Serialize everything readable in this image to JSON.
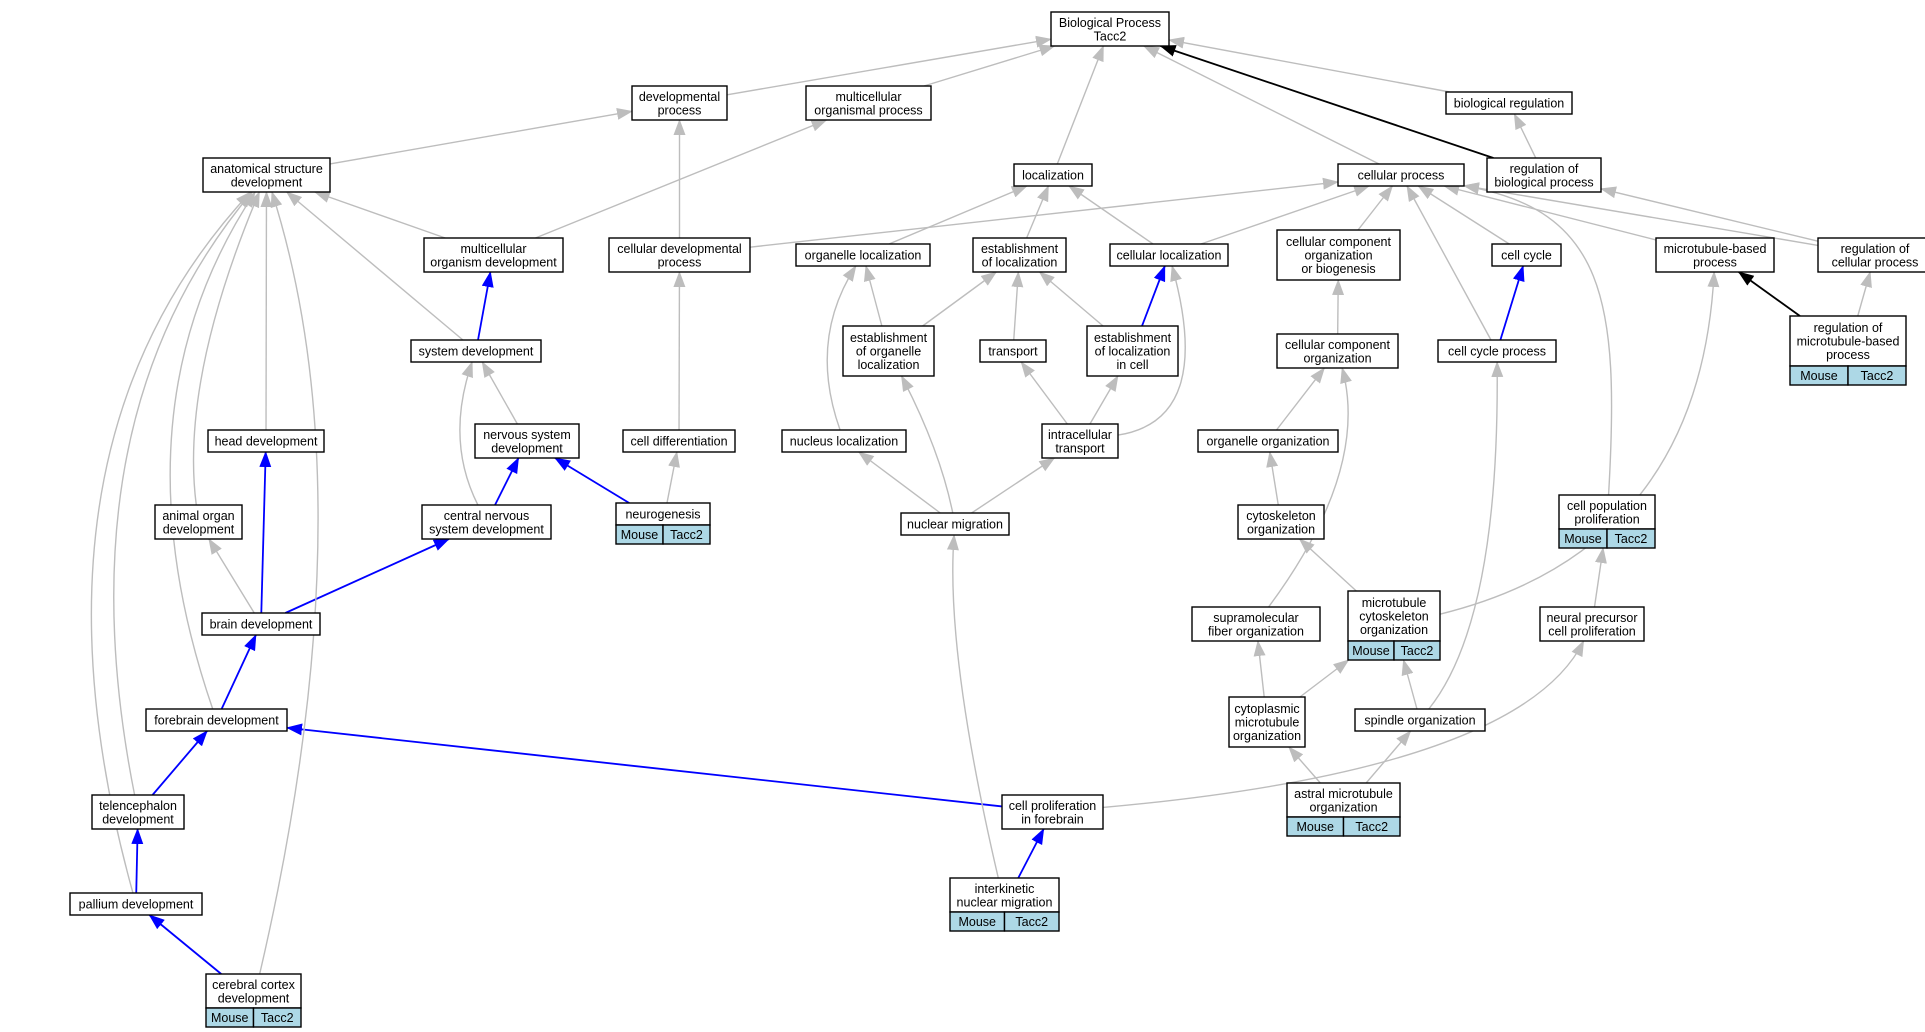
{
  "colors": {
    "gray_edge": "#bdbdbd",
    "blue_edge": "#0000ff",
    "black_edge": "#000000",
    "annotation_cell": "#add8e6"
  },
  "nodes": {
    "bp": {
      "lines": [
        "Biological Process",
        "Tacc2"
      ]
    },
    "devproc": {
      "lines": [
        "developmental",
        "process"
      ]
    },
    "multiorg": {
      "lines": [
        "multicellular",
        "organismal process"
      ]
    },
    "bioreg": {
      "lines": [
        "biological regulation"
      ]
    },
    "anatdev": {
      "lines": [
        "anatomical structure",
        "development"
      ]
    },
    "localization": {
      "lines": [
        "localization"
      ]
    },
    "cellproc": {
      "lines": [
        "cellular process"
      ]
    },
    "regbio": {
      "lines": [
        "regulation of",
        "biological process"
      ]
    },
    "multidev": {
      "lines": [
        "multicellular",
        "organism development"
      ]
    },
    "celldevproc": {
      "lines": [
        "cellular developmental",
        "process"
      ]
    },
    "orgloc": {
      "lines": [
        "organelle localization"
      ]
    },
    "estloc": {
      "lines": [
        "establishment",
        "of localization"
      ]
    },
    "cellloc": {
      "lines": [
        "cellular localization"
      ]
    },
    "ccob": {
      "lines": [
        "cellular component",
        "organization",
        "or biogenesis"
      ]
    },
    "cellcycle": {
      "lines": [
        "cell cycle"
      ]
    },
    "mtbased": {
      "lines": [
        "microtubule-based",
        "process"
      ]
    },
    "regcell": {
      "lines": [
        "regulation of",
        "cellular process"
      ]
    },
    "regmt": {
      "lines": [
        "regulation of",
        "microtubule-based",
        "process"
      ],
      "annot": [
        "Mouse",
        "Tacc2"
      ]
    },
    "sysdev": {
      "lines": [
        "system development"
      ]
    },
    "estorgloc": {
      "lines": [
        "establishment",
        "of organelle",
        "localization"
      ]
    },
    "transport": {
      "lines": [
        "transport"
      ]
    },
    "estloccell": {
      "lines": [
        "establishment",
        "of localization",
        "in cell"
      ]
    },
    "ccorg": {
      "lines": [
        "cellular component",
        "organization"
      ]
    },
    "ccproc": {
      "lines": [
        "cell cycle process"
      ]
    },
    "headdev": {
      "lines": [
        "head development"
      ]
    },
    "nsdev": {
      "lines": [
        "nervous system",
        "development"
      ]
    },
    "celldiff": {
      "lines": [
        "cell differentiation"
      ]
    },
    "nucloc": {
      "lines": [
        "nucleus localization"
      ]
    },
    "intratrans": {
      "lines": [
        "intracellular",
        "transport"
      ]
    },
    "orgorg": {
      "lines": [
        "organelle organization"
      ]
    },
    "animorg": {
      "lines": [
        "animal organ",
        "development"
      ]
    },
    "cnsdev": {
      "lines": [
        "central nervous",
        "system development"
      ]
    },
    "neurogen": {
      "lines": [
        "neurogenesis"
      ],
      "annot": [
        "Mouse",
        "Tacc2"
      ]
    },
    "nucmig": {
      "lines": [
        "nuclear migration"
      ]
    },
    "cytoorg": {
      "lines": [
        "cytoskeleton",
        "organization"
      ]
    },
    "cellpop": {
      "lines": [
        "cell population",
        "proliferation"
      ],
      "annot": [
        "Mouse",
        "Tacc2"
      ]
    },
    "braindev": {
      "lines": [
        "brain development"
      ]
    },
    "supramol": {
      "lines": [
        "supramolecular",
        "fiber organization"
      ]
    },
    "mtcyto": {
      "lines": [
        "microtubule",
        "cytoskeleton",
        "organization"
      ],
      "annot": [
        "Mouse",
        "Tacc2"
      ]
    },
    "neuralprec": {
      "lines": [
        "neural precursor",
        "cell proliferation"
      ]
    },
    "forebrain": {
      "lines": [
        "forebrain development"
      ]
    },
    "cytomt": {
      "lines": [
        "cytoplasmic",
        "microtubule",
        "organization"
      ]
    },
    "spindle": {
      "lines": [
        "spindle organization"
      ]
    },
    "telen": {
      "lines": [
        "telencephalon",
        "development"
      ]
    },
    "astral": {
      "lines": [
        "astral microtubule",
        "organization"
      ],
      "annot": [
        "Mouse",
        "Tacc2"
      ]
    },
    "cellprolfb": {
      "lines": [
        "cell proliferation",
        "in forebrain"
      ]
    },
    "pallium": {
      "lines": [
        "pallium development"
      ]
    },
    "interkin": {
      "lines": [
        "interkinetic",
        "nuclear migration"
      ],
      "annot": [
        "Mouse",
        "Tacc2"
      ]
    },
    "cerebral": {
      "lines": [
        "cerebral cortex",
        "development"
      ],
      "annot": [
        "Mouse",
        "Tacc2"
      ]
    }
  }
}
